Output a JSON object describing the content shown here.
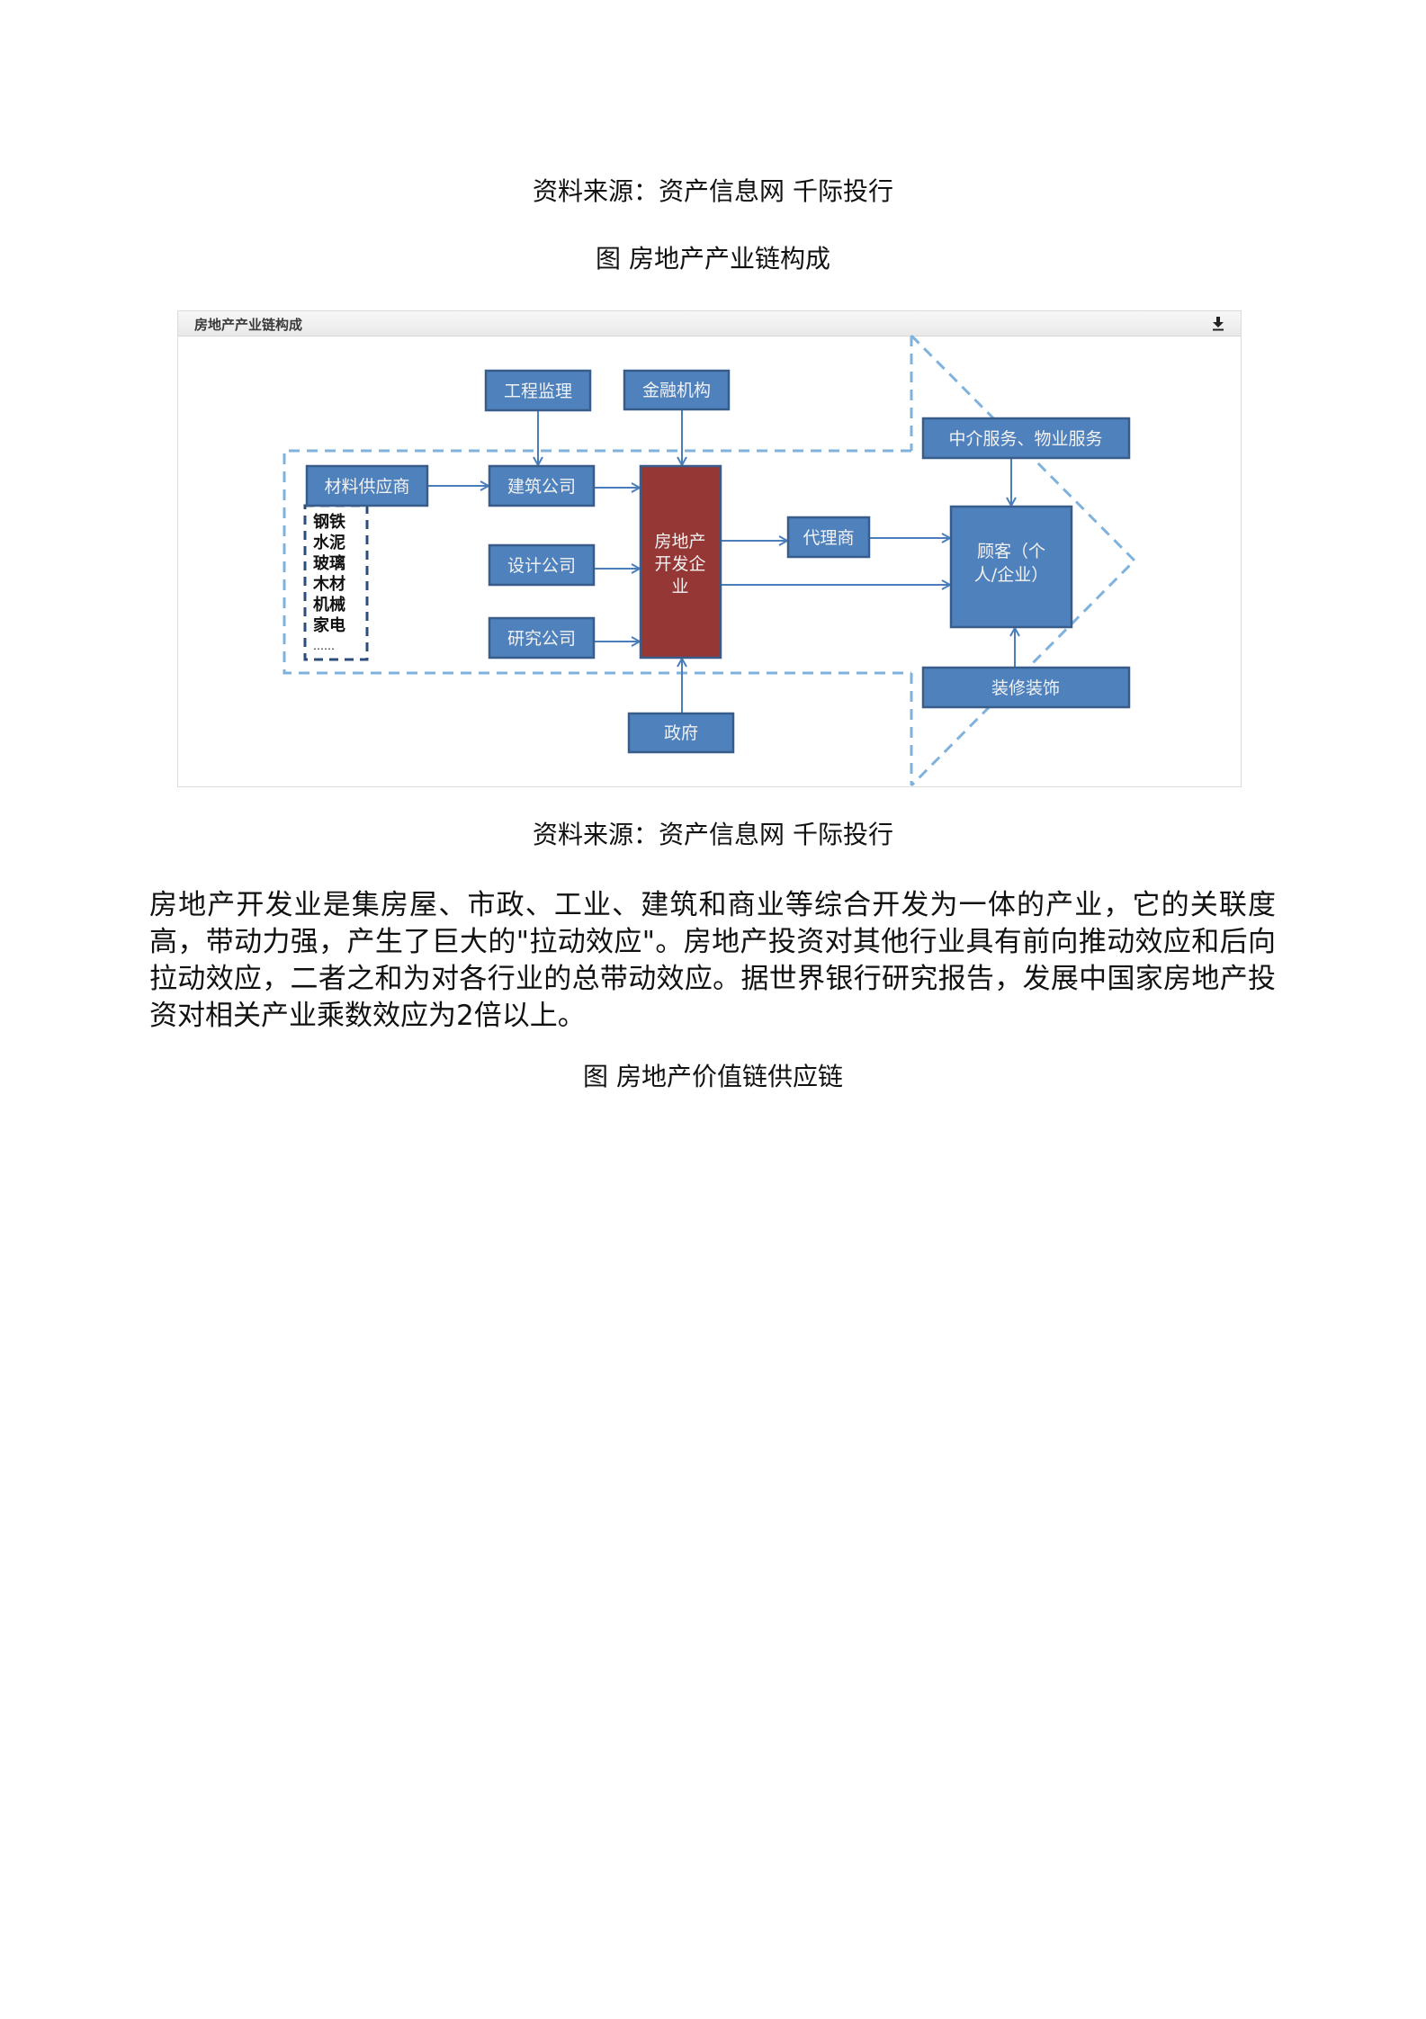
{
  "captions": {
    "source_top": "资料来源：资产信息网 千际投行",
    "figure1_title": "图 房地产产业链构成",
    "source_bottom": "资料来源：资产信息网 千际投行",
    "figure2_title": "图 房地产价值链供应链"
  },
  "figure": {
    "header_title": "房地产产业链构成",
    "download_icon": "download-icon",
    "nodes": {
      "supervision": "工程监理",
      "finance": "金融机构",
      "materials": "材料供应商",
      "construction": "建筑公司",
      "design": "设计公司",
      "research": "研究公司",
      "developer_line1": "房地产",
      "developer_line2": "开发企",
      "developer_line3": "业",
      "government": "政府",
      "agent": "代理商",
      "intermediary": "中介服务、物业服务",
      "customer_line1": "顾客（个",
      "customer_line2": "人/企业）",
      "decoration": "装修装饰"
    },
    "materials_list": [
      "钢铁",
      "水泥",
      "玻璃",
      "木材",
      "机械",
      "家电",
      "……"
    ],
    "colors": {
      "box_fill": "#4f81bd",
      "box_border": "#385d8a",
      "developer_fill": "#953735",
      "arrow": "#4a7ebb",
      "dashed": "#7fb2dd",
      "list_border": "#2c4d7a"
    }
  },
  "paragraph": "房地产开发业是集房屋、市政、工业、建筑和商业等综合开发为一体的产业，它的关联度高，带动力强，产生了巨大的\"拉动效应\"。房地产投资对其他行业具有前向推动效应和后向拉动效应，二者之和为对各行业的总带动效应。据世界银行研究报告，发展中国家房地产投资对相关产业乘数效应为2倍以上。"
}
